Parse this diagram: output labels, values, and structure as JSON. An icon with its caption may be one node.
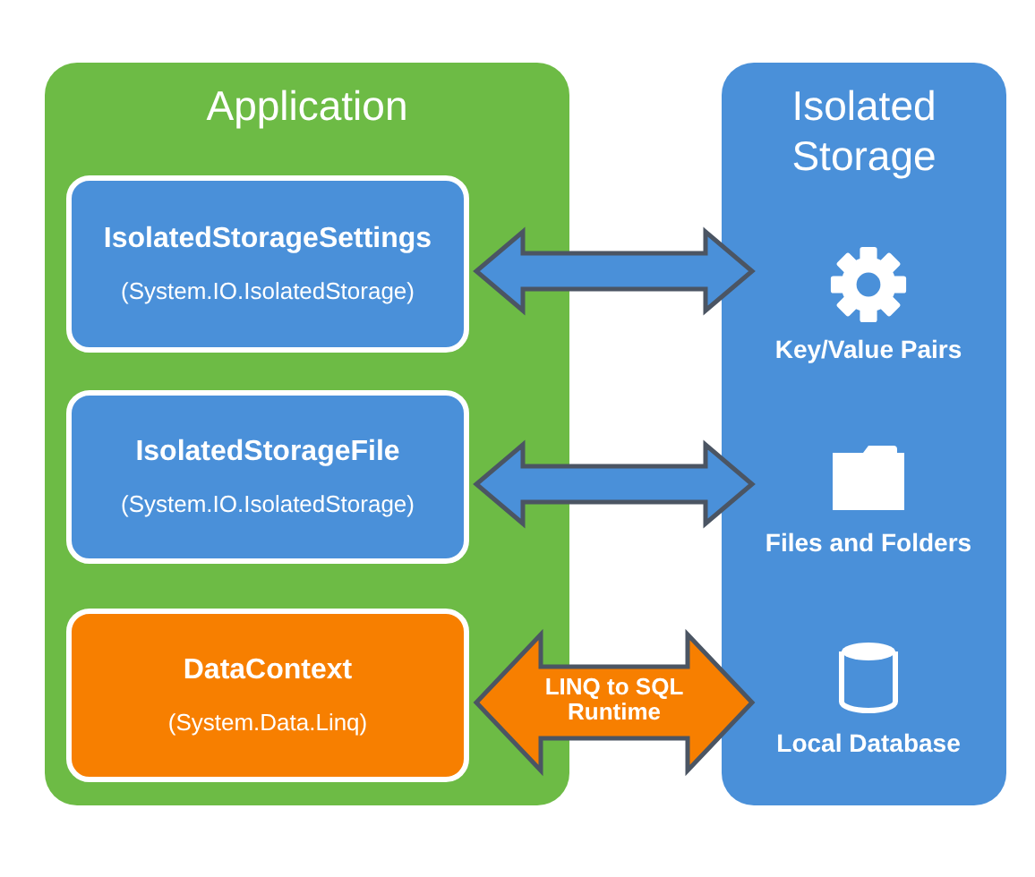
{
  "diagram": {
    "nodes": [
      {
        "text": [
          "Application"
        ]
      },
      {
        "text": [
          "IsolatedStorageSettings",
          "(System.IO.IsolatedStorage)"
        ],
        "in": 0
      },
      {
        "text": [
          "IsolatedStorageFile",
          "(System.IO.IsolatedStorage)"
        ],
        "in": 0
      },
      {
        "text": [
          "DataContext",
          "(System.Data.Linq)"
        ],
        "in": 0
      },
      {
        "text": [
          "Isolated Storage"
        ]
      },
      {
        "text": [
          "Key/Value Pairs"
        ],
        "in": 4
      },
      {
        "text": [
          "Files and Folders"
        ],
        "in": 4
      },
      {
        "text": [
          "Local Database"
        ],
        "in": 4
      }
    ],
    "edges": [
      {
        "from": 1,
        "to": 5,
        "arrow": "both"
      },
      {
        "from": 2,
        "to": 6,
        "arrow": "both"
      },
      {
        "from": 3,
        "to": 7,
        "arrow": "both",
        "label": "LINQ to SQL Runtime",
        "style": "thick",
        "color": "#f77f00"
      }
    ]
  }
}
